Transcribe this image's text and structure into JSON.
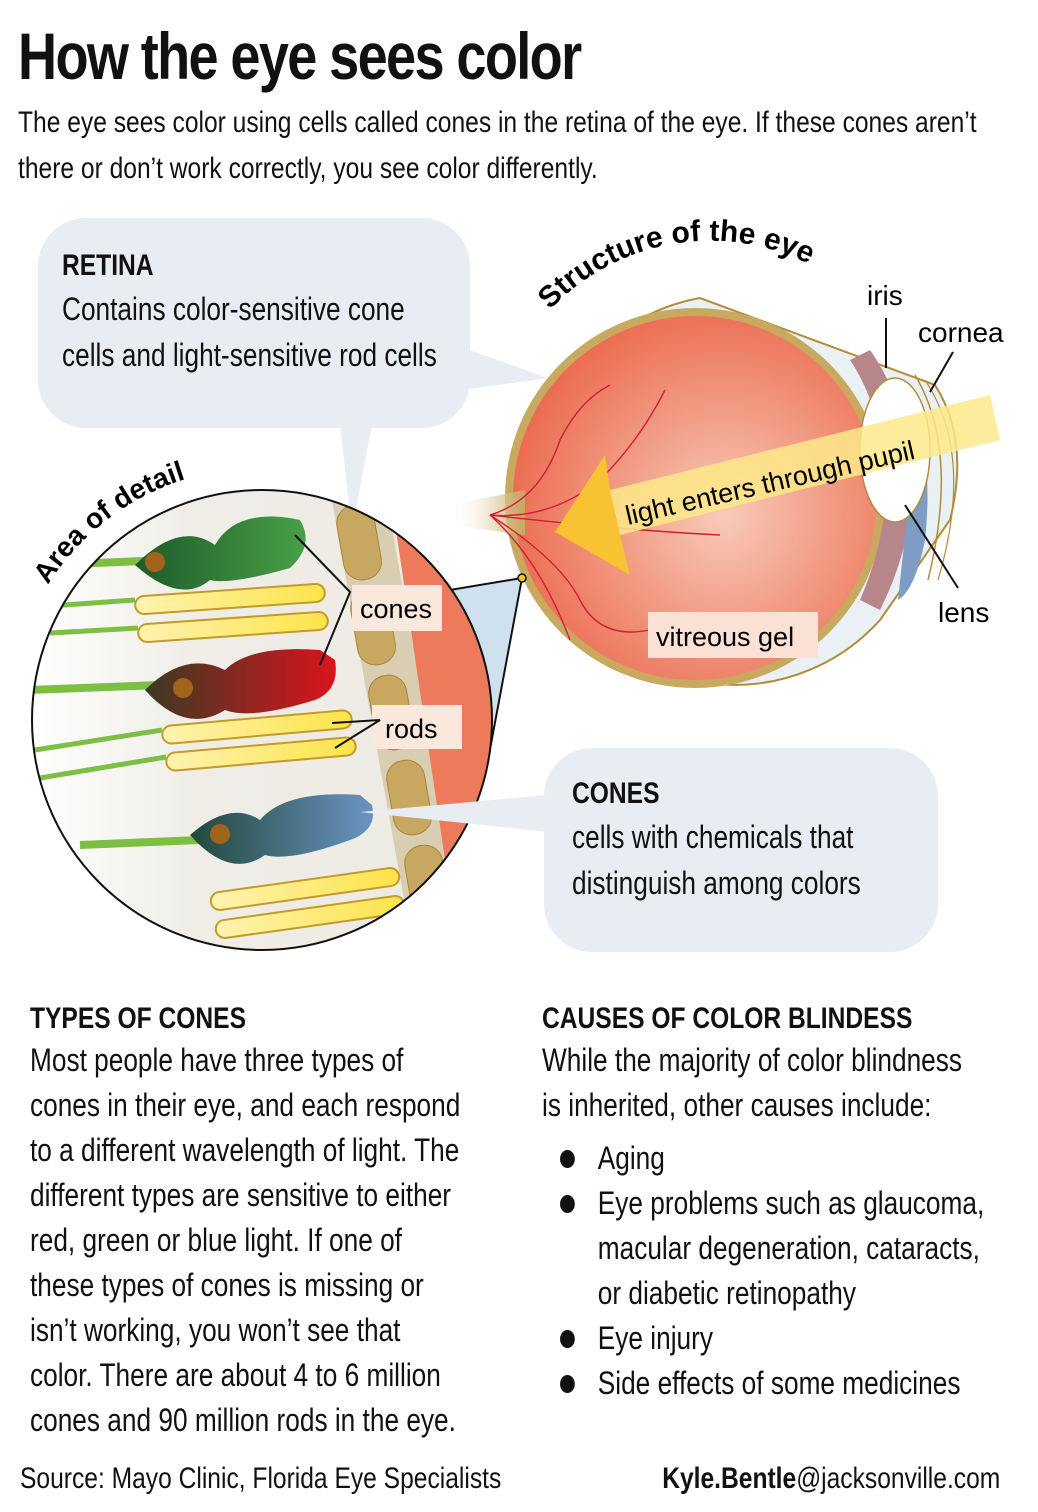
{
  "header": {
    "title": "How the eye sees color",
    "intro": "The eye sees color using cells called cones in the retina of the eye. If these cones aren’t there or don’t work correctly, you see color differently."
  },
  "callouts": {
    "retina": {
      "heading": "RETINA",
      "lines": [
        "Contains color-sensitive cone",
        "cells and light-sensitive rod cells"
      ]
    },
    "cones": {
      "heading": "CONES",
      "lines": [
        "cells with chemicals that",
        "distinguish among colors"
      ]
    }
  },
  "diagram": {
    "structure_label": "Structure of the eye",
    "detail_label": "Area of detail",
    "labels": {
      "iris": "iris",
      "cornea": "cornea",
      "lens": "lens",
      "vitreous": "vitreous gel",
      "light": "light enters through pupil",
      "cones": "cones",
      "rods": "rods"
    },
    "colors": {
      "eyeball": "#ee7a5c",
      "retina_layer": "#c9a860",
      "light_beam": "#fde98a",
      "arrow": "#f8c232",
      "cone_green": "#3a8a3a",
      "cone_red": "#c8161e",
      "cone_blue": "#5f86b6",
      "rod": "#fde45a",
      "callout_bg": "#e8edf4"
    }
  },
  "types_of_cones": {
    "heading": "TYPES OF CONES",
    "body": [
      "Most people have three types of",
      "cones in their eye, and each respond",
      "to a different wavelength of light. The",
      "different types are sensitive to either",
      "red, green or blue light. If one of",
      "these types of cones is missing or",
      "isn’t working, you won’t see that",
      "color.  There are about 4 to 6 million",
      "cones and 90 million rods in the eye."
    ]
  },
  "causes": {
    "heading": "CAUSES OF COLOR BLINDESS",
    "intro": [
      "While the majority of color blindness",
      "is inherited, other causes include:"
    ],
    "items": [
      [
        "Aging"
      ],
      [
        "Eye problems such as glaucoma,",
        "macular degeneration, cataracts,",
        "or diabetic retinopathy"
      ],
      [
        "Eye injury"
      ],
      [
        "Side effects of some medicines"
      ]
    ]
  },
  "footer": {
    "source": "Source: Mayo Clinic, Florida Eye Specialists",
    "credit_bold": "Kyle.Bentle",
    "credit_rest": "@jacksonville.com"
  }
}
